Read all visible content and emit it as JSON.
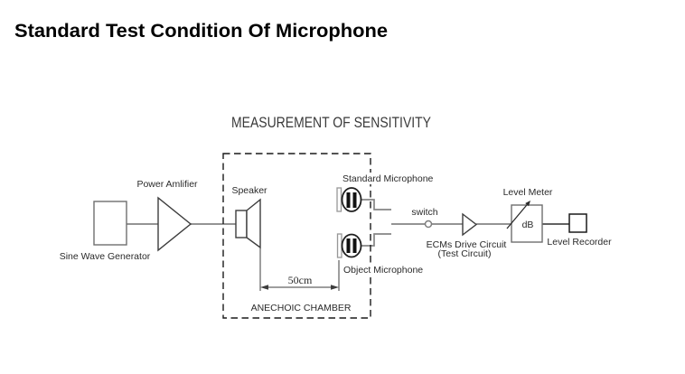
{
  "page": {
    "title": "Standard Test Condition Of Microphone",
    "background": "#ffffff"
  },
  "diagram": {
    "type": "block-diagram",
    "subtitle": "MEASUREMENT OF SENSITIVITY",
    "labels": {
      "sine_wave_generator": "Sine Wave Generator",
      "power_amplifier": "Power Amlifier",
      "speaker": "Speaker",
      "standard_microphone": "Standard Microphone",
      "object_microphone": "Object Microphone",
      "anechoic_chamber": "ANECHOIC CHAMBER",
      "distance": "50cm",
      "switch": "switch",
      "ecms_drive_circuit": "ECMs Drive Circuit",
      "test_circuit": "(Test Circuit)",
      "level_meter": "Level Meter",
      "db": "dB",
      "level_recorder": "Level Recorder"
    },
    "signal_chain": [
      "Sine Wave Generator",
      "Power Amlifier",
      "Speaker",
      "Standard Microphone / Object Microphone",
      "switch",
      "ECMs Drive Circuit (Test Circuit)",
      "Level Meter (dB)",
      "Level Recorder"
    ],
    "chamber": {
      "name": "ANECHOIC CHAMBER",
      "speaker_to_microphone_distance": "50cm"
    },
    "colors": {
      "wire": "#858585",
      "outline": "#3d3d3d",
      "dashed_border": "#1a1a1a",
      "text": "#2a2a2a",
      "title": "#000000",
      "background": "#ffffff"
    }
  }
}
